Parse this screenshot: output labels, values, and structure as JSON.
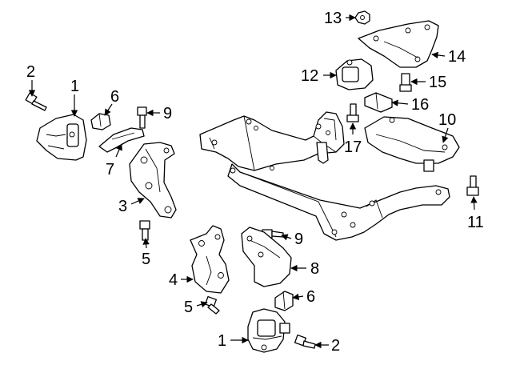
{
  "callouts": [
    {
      "id": "c1a",
      "label": "1"
    },
    {
      "id": "c2a",
      "label": "2"
    },
    {
      "id": "c6a",
      "label": "6"
    },
    {
      "id": "c9a",
      "label": "9"
    },
    {
      "id": "c7",
      "label": "7"
    },
    {
      "id": "c3",
      "label": "3"
    },
    {
      "id": "c5a",
      "label": "5"
    },
    {
      "id": "c4",
      "label": "4"
    },
    {
      "id": "c5b",
      "label": "5"
    },
    {
      "id": "c9b",
      "label": "9"
    },
    {
      "id": "c8",
      "label": "8"
    },
    {
      "id": "c6b",
      "label": "6"
    },
    {
      "id": "c1b",
      "label": "1"
    },
    {
      "id": "c2b",
      "label": "2"
    },
    {
      "id": "c13",
      "label": "13"
    },
    {
      "id": "c14",
      "label": "14"
    },
    {
      "id": "c12",
      "label": "12"
    },
    {
      "id": "c15",
      "label": "15"
    },
    {
      "id": "c16",
      "label": "16"
    },
    {
      "id": "c17",
      "label": "17"
    },
    {
      "id": "c10",
      "label": "10"
    },
    {
      "id": "c11",
      "label": "11"
    }
  ]
}
